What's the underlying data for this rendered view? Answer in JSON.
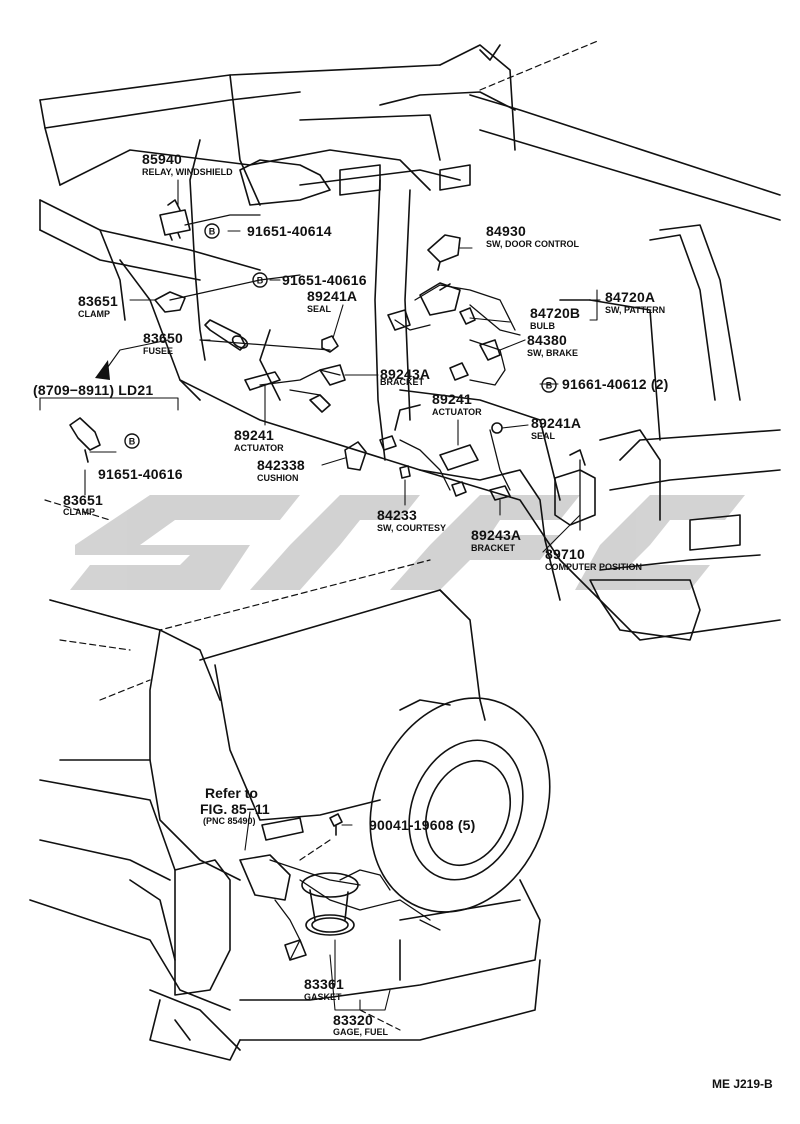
{
  "colors": {
    "line": "#111111",
    "watermark": "#c8c8c8",
    "background": "#ffffff"
  },
  "bolt_symbol": "B",
  "parts": [
    {
      "num": "85940",
      "name": "RELAY, WINDSHIELD"
    },
    {
      "num": "91651-40614",
      "name": ""
    },
    {
      "num": "84930",
      "name": "SW, DOOR CONTROL"
    },
    {
      "num": "91651-40616",
      "name": ""
    },
    {
      "num": "83651",
      "name": "CLAMP"
    },
    {
      "num": "89241A",
      "name": "SEAL"
    },
    {
      "num": "84720A",
      "name": "SW, PATTERN"
    },
    {
      "num": "84720B",
      "name": "BULB"
    },
    {
      "num": "83650",
      "name": "FUSEE"
    },
    {
      "num": "84380",
      "name": "SW, BRAKE"
    },
    {
      "num": "89243A",
      "name": "BRACKET"
    },
    {
      "num": "91661-40612 (2)",
      "name": ""
    },
    {
      "num": "89241",
      "name": "ACTUATOR"
    },
    {
      "num": "89241A",
      "name": "SEAL"
    },
    {
      "num": "89241",
      "name": "ACTUATOR"
    },
    {
      "num": "842338",
      "name": "CUSHION"
    },
    {
      "num": "84233",
      "name": "SW, COURTESY"
    },
    {
      "num": "89243A",
      "name": "BRACKET"
    },
    {
      "num": "89710",
      "name": "COMPUTER POSITION"
    },
    {
      "num": "91651-40616",
      "name": ""
    },
    {
      "num": "83651",
      "name": "CLAMP"
    },
    {
      "num": "90041-19608 (5)",
      "name": ""
    },
    {
      "num": "83361",
      "name": "GASKET"
    },
    {
      "num": "83320",
      "name": "GAGE, FUEL"
    }
  ],
  "variant_note": "(8709−8911) LD21",
  "refer_note": {
    "line1": "Refer to",
    "line2": "FIG. 85−11",
    "line3": "(PNC 85490)"
  },
  "figure_code": "ME J219-B"
}
